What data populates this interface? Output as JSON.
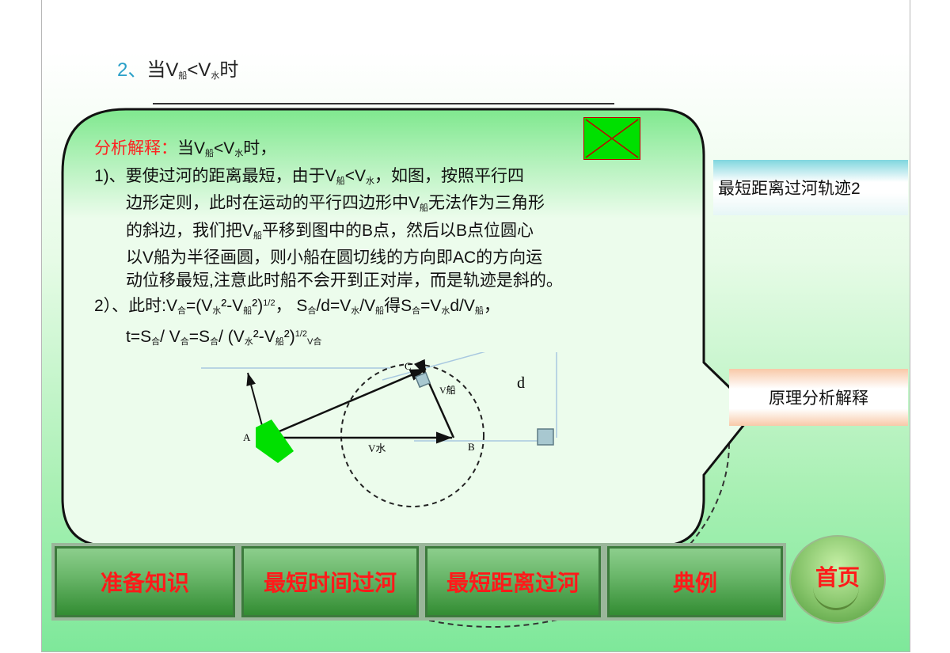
{
  "title": {
    "num": "2、",
    "text_a": "当V",
    "sub_a": "船",
    "lt": "<",
    "text_b": "V",
    "sub_b": "水",
    "text_c": "时"
  },
  "content": {
    "label": "分析解释：",
    "line1_a": "当V",
    "line1_sub_a": "船",
    "line1_b": "<V",
    "line1_sub_b": "水",
    "line1_c": "时，",
    "p1_a": "1)、要使过河的距离最短，由于V",
    "p1_sub_a": "船",
    "p1_b": "<V",
    "p1_sub_b": "水",
    "p1_c": "，如图，按照平行四",
    "p1_l2_a": "边形定则，此时在运动的平行四边形中V",
    "p1_l2_sub": "船",
    "p1_l2_b": "无法作为三角形",
    "p1_l3_a": "的斜边，我们把V",
    "p1_l3_sub": "船",
    "p1_l3_b": "平移到图中的B点，然后以B点位圆心",
    "p1_l4": "以V船为半径画圆，则小船在圆切线的方向即AC的方向运",
    "p1_l5": "动位移最短,注意此时船不会开到正对岸，而是轨迹是斜的。",
    "p2_a": "2）、此时:V",
    "p2_sub_a": "合",
    "p2_b": "=(V",
    "p2_sub_b": "水",
    "p2_c": "²-V",
    "p2_sub_c": "船",
    "p2_d": "²)",
    "p2_sup": "1/2",
    "p2_e": "，  S",
    "p2_sub_e": "合",
    "p2_f": "/d=V",
    "p2_sub_f": "水",
    "p2_g": "/V",
    "p2_sub_g": "船",
    "p2_h": "得S",
    "p2_sub_h": "合",
    "p2_i": "=V",
    "p2_sub_i": "水",
    "p2_j": "d/V",
    "p2_sub_j": "船",
    "p2_k": "，",
    "p3_a": "t=S",
    "p3_sub_a": "合",
    "p3_b": "/ V",
    "p3_sub_b": "合",
    "p3_c": "=S",
    "p3_sub_c": "合",
    "p3_d": "/ (V",
    "p3_sub_d": "水",
    "p3_e": "²-V",
    "p3_sub_e": "船",
    "p3_f": "²)",
    "p3_sup": "1/2",
    "p3_sub_f": "V合"
  },
  "side_buttons": {
    "trajectory": "最短距离过河轨迹2",
    "analysis": "原理分析解释"
  },
  "diagram": {
    "label_c": "C",
    "label_a": "A",
    "label_b": "B",
    "label_vboat": "V船",
    "label_vwater": "V水",
    "label_d": "d"
  },
  "nav": [
    {
      "label": "准备知识"
    },
    {
      "label": "最短时间过河"
    },
    {
      "label": "最短距离过河"
    },
    {
      "label": "典例"
    }
  ],
  "home": {
    "label": "首页"
  },
  "colors": {
    "accent_red": "#ff2020",
    "boat_green": "#00e000",
    "button_green": "#2f8a2f"
  }
}
